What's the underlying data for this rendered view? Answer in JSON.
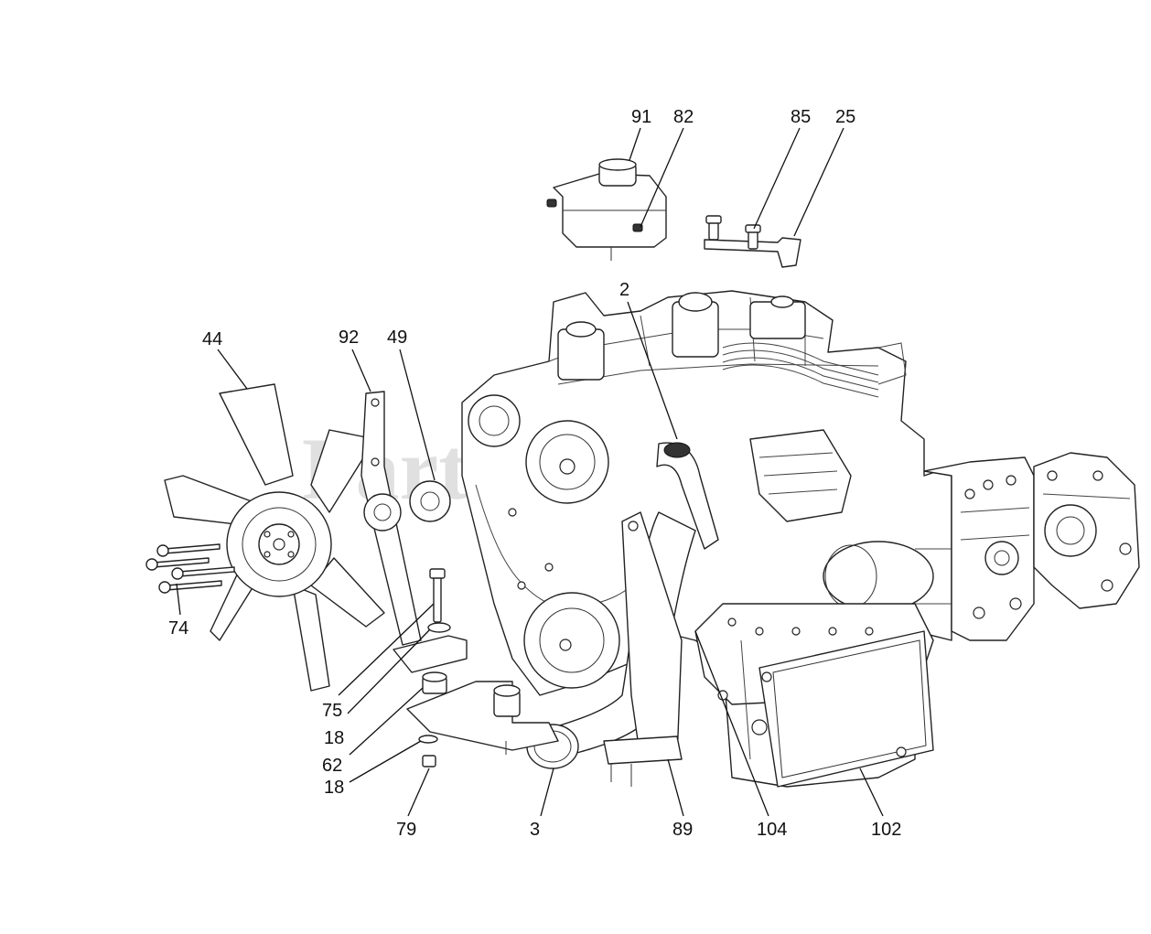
{
  "watermark": "PartsTree",
  "callouts": {
    "c91": "91",
    "c82": "82",
    "c85": "85",
    "c25": "25",
    "c2": "2",
    "c44": "44",
    "c92": "92",
    "c49": "49",
    "c74": "74",
    "c75": "75",
    "c18a": "18",
    "c62": "62",
    "c18b": "18",
    "c79": "79",
    "c3": "3",
    "c89": "89",
    "c104": "104",
    "c102": "102"
  }
}
